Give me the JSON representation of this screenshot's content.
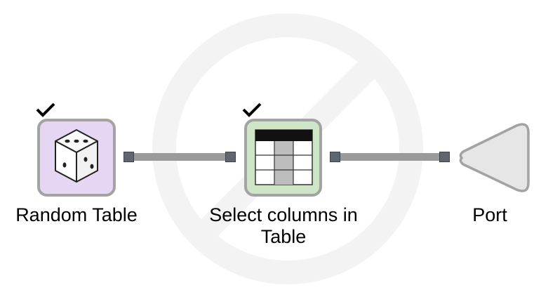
{
  "workflow": {
    "nodes": [
      {
        "label": "Random Table",
        "icon": "dice-icon",
        "status": "executed",
        "color": "#e5d6f3"
      },
      {
        "label": "Select columns in Table",
        "icon": "table-columns-icon",
        "status": "executed",
        "color": "#cfe5c7"
      },
      {
        "label": "Port",
        "icon": "output-port-triangle-icon",
        "color": "#e6e6e6"
      }
    ],
    "watermark_icon": "prohibited-icon"
  }
}
